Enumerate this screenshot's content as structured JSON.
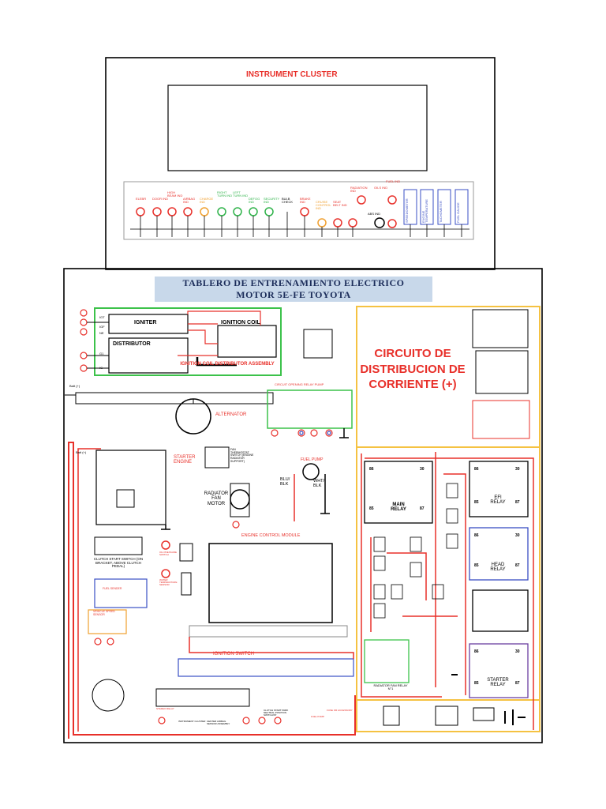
{
  "cluster": {
    "title": "INSTRUMENT CLUSTER",
    "indicators": [
      {
        "name": "ELEBR",
        "color": "red"
      },
      {
        "name": "DOOR IND",
        "color": "red"
      },
      {
        "name": "HIGH BEAM IND",
        "color": "red"
      },
      {
        "name": "AIRBAG IND",
        "color": "red"
      },
      {
        "name": "CHARGE IND",
        "color": "orange"
      },
      {
        "name": "RIGHT TURN IND",
        "color": "green"
      },
      {
        "name": "LEFT TURN IND",
        "color": "green"
      },
      {
        "name": "DEFOG IND",
        "color": "green"
      },
      {
        "name": "SECURITY IND",
        "color": "green"
      },
      {
        "name": "BULB CHECK",
        "color": "black"
      },
      {
        "name": "BRAKE IND",
        "color": "red"
      },
      {
        "name": "CRUISE CONTROL IND",
        "color": "orange"
      },
      {
        "name": "SEAT BELT IND",
        "color": "red"
      },
      {
        "name": "RADIATION IND",
        "color": "red"
      },
      {
        "name": "OILS IND",
        "color": "red"
      },
      {
        "name": "FUEL IND",
        "color": "red"
      }
    ],
    "gauges": [
      "SPEEDOMETER",
      "ENGINE TEMPERATURE",
      "TACHOMETER",
      "FUEL GAUGE"
    ],
    "abs_label": "ABS IND"
  },
  "board": {
    "title_line1": "TABLERO DE ENTRENAMIENTO ELECTRICO",
    "title_line2": "MOTOR 5E-FE TOYOTA"
  },
  "ignition": {
    "igniter": "IGNITER",
    "ignition_coil": "IGNITION COIL",
    "distributor": "DISTRIBUTOR",
    "assembly": "IGNITION COIL DISTRIBUTOR ASSEMBLY",
    "pin_labels": [
      "IGT",
      "IGF",
      "NE",
      "G1",
      "IG"
    ]
  },
  "distribution": {
    "title": "CIRCUITO DE DISTRIBUCION DE CORRIENTE (+)"
  },
  "circuit_opening_relay": "CIRCUIT OPENING RELAY PUMP",
  "alternator": "ALTERNATOR",
  "starter": {
    "label": "STARTER ENGINE",
    "batt": "Batt (+)"
  },
  "batt_label": "Batt (+)",
  "fan_switch": "FAN THERMOSTAT SWITCH (ENGINE RADIATOR SUPPORT)",
  "radiator_fan_motor": "RADIATOR FAN MOTOR",
  "fuel_pump": "FUEL PUMP",
  "wire_colors": [
    "BLU/ BLK",
    "WHT/ BLK"
  ],
  "ecm": "ENGINE CONTROL MODULE",
  "clutch_switch": "CLUTCH START SWITCH (ON BRACKET, ABOVE CLUTCH PEDAL)",
  "oil_pressure_switch": "OIL PRESSURE SWITCH",
  "water_temp_sensor": "WATER TEMPERATURE SENSOR",
  "fuel_sender": "FUEL SENDER",
  "vehicle_speed_sensor": "VEHICLE SPEED SENSOR",
  "ignition_switch": "IGNITION SWITCH",
  "relays": {
    "main": "MAIN RELAY",
    "efi": "EFI RELAY",
    "head": "HEAD RELAY",
    "starter": "STARTER RELAY",
    "radiator_fan": "RADIATOR FAN RELAY N°1",
    "pins": [
      "86",
      "30",
      "85",
      "87"
    ]
  },
  "bottom_labels": [
    "STEREO RELAY",
    "INSTRUMENT CLUSTER",
    "CENTER AIRBAG SENSOR ASSEMBLY",
    "CLUTCH START PARK NEUTRAL POSITION SWITCH/ST",
    "FUEL PUMP",
    "FUSE OR ACCESSORY"
  ],
  "colors": {
    "red": "#e8302a",
    "orange": "#f0a030",
    "green": "#2fb34a",
    "blue": "#3a4fc4",
    "yellow_frame": "#f5c242",
    "title_bg": "#c8d8ea",
    "title_fg": "#1c2d5a"
  }
}
